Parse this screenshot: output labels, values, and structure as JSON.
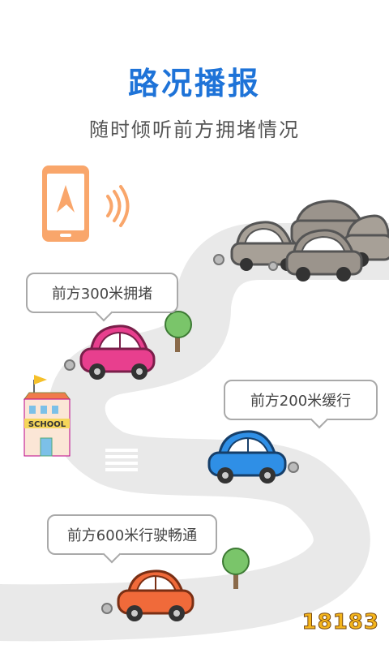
{
  "header": {
    "title": "路况播报",
    "subtitle": "随时倾听前方拥堵情况"
  },
  "bubbles": [
    {
      "text": "前方300米拥堵"
    },
    {
      "text": "前方200米缓行"
    },
    {
      "text": "前方600米行驶畅通"
    }
  ],
  "colors": {
    "title": "#1e73d8",
    "phone": "#f9a66b",
    "road": "#e9e9e9",
    "car_pink": "#e83f8e",
    "car_blue": "#2f8fe6",
    "car_orange": "#f06a3a",
    "car_gray": "#9b948c"
  },
  "school_sign": "SCHOOL",
  "watermark": "18183"
}
